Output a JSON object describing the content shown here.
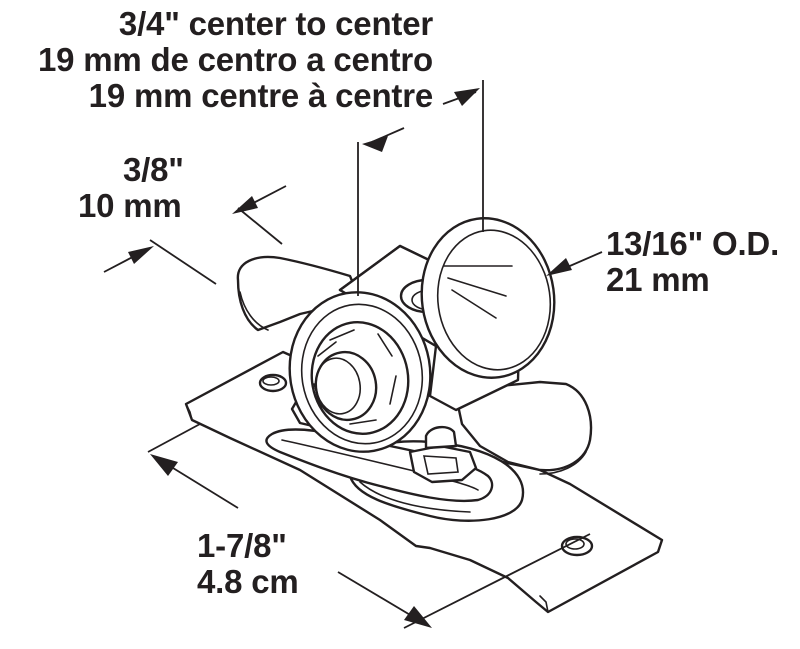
{
  "labels": {
    "center_to_center": [
      "3/4\" center to center",
      "19 mm de centro a centro",
      "19 mm centre à centre"
    ],
    "wheel_width": [
      "3/8\"",
      "10 mm"
    ],
    "outer_diameter": [
      "13/16\" O.D.",
      "21 mm"
    ],
    "plate_length": [
      "1-7/8\"",
      "4.8 cm"
    ]
  }
}
